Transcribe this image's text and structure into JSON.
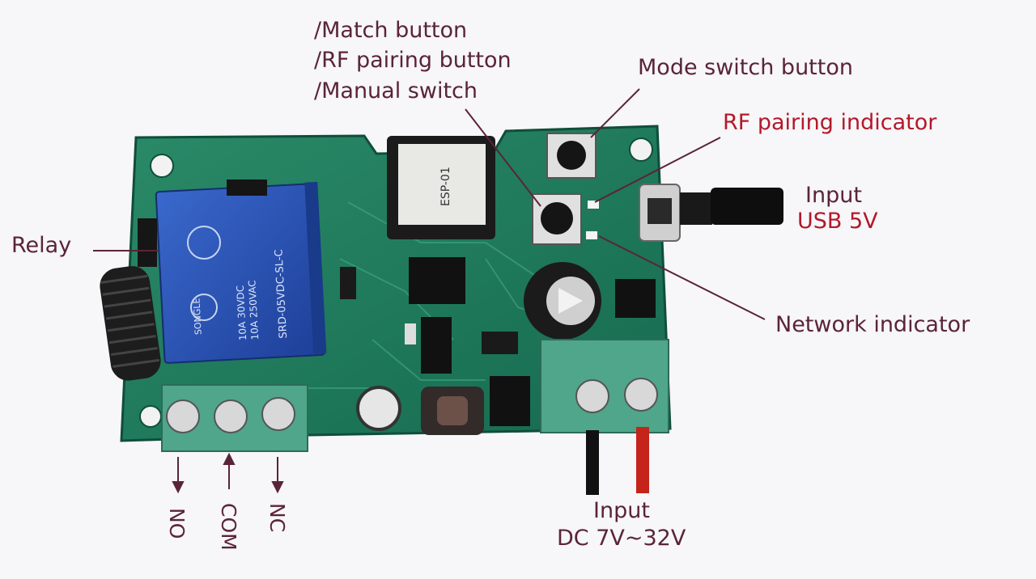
{
  "labels": {
    "match_button": "/Match button",
    "rf_pairing_button": "/RF pairing button",
    "manual_switch": "/Manual switch",
    "mode_switch_button": "Mode switch button",
    "rf_pairing_indicator": "RF pairing indicator",
    "input_usb_line1": "Input",
    "input_usb_line2": "USB 5V",
    "relay": "Relay",
    "network_indicator": "Network indicator",
    "input_dc_line1": "Input",
    "input_dc_line2": "DC 7V~32V",
    "terminal_no": "NO",
    "terminal_com": "COM",
    "terminal_nc": "NC"
  },
  "relay_markings": {
    "brand": "SONGLE",
    "model": "SRD-05VDC-SL-C",
    "rating_1": "10A 250VAC",
    "rating_2": "10A 30VDC"
  },
  "module_marking": "ESP-01",
  "colors": {
    "pcb": "#1f7a5c",
    "label": "#5a2438",
    "accent": "#b3182a",
    "relay": "#2c55b8",
    "terminal": "#4fa68a"
  }
}
